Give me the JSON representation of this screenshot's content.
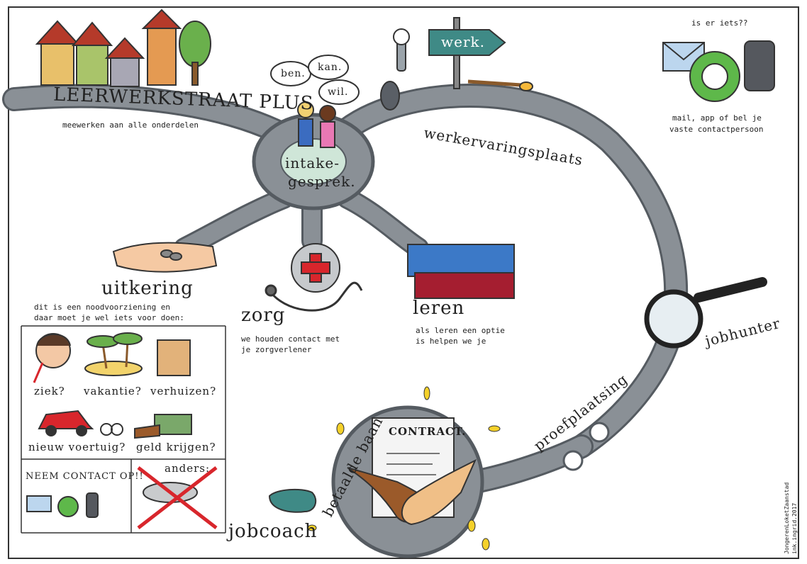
{
  "title": "LEERWERKSTRAAT PLUS",
  "title_sub": "meewerken aan alle onderdelen",
  "speech": [
    "ben.",
    "kan.",
    "wil."
  ],
  "center": {
    "line1": "intake-",
    "line2": "gesprek."
  },
  "sign": "werk.",
  "werkervaring": "werkervaringsplaats",
  "contact": {
    "question": "is er iets??",
    "text_line1": "mail, app of bel je",
    "text_line2": "vaste contactpersoon"
  },
  "uitkering": {
    "title": "uitkering",
    "line1": "dit is een noodvoorziening en",
    "line2": "daar moet je wel iets voor doen:"
  },
  "situations": [
    "ziek?",
    "vakantie?",
    "verhuizen?",
    "nieuw voertuig?",
    "geld krijgen?"
  ],
  "neem_contact": "NEEM CONTACT OP!!",
  "anders": "anders:",
  "zorg": {
    "title": "zorg",
    "line1": "we houden contact met",
    "line2": "je zorgverlener"
  },
  "leren": {
    "title": "leren",
    "line1": "als leren een optie",
    "line2": "is helpen we je"
  },
  "jobhunter": "jobhunter",
  "proefplaatsing": "proefplaatsing",
  "contract": "CONTRACT.",
  "betaalde_baan": "betaalde baan",
  "jobcoach": "jobcoach",
  "credit": {
    "line1": "JongerenLoketZaanstad",
    "line2": "ink.ingrid.2017"
  },
  "colors": {
    "road": "#8a9096",
    "road_edge": "#555b61",
    "accent_red": "#d8262c",
    "sign": "#3f8a86"
  }
}
